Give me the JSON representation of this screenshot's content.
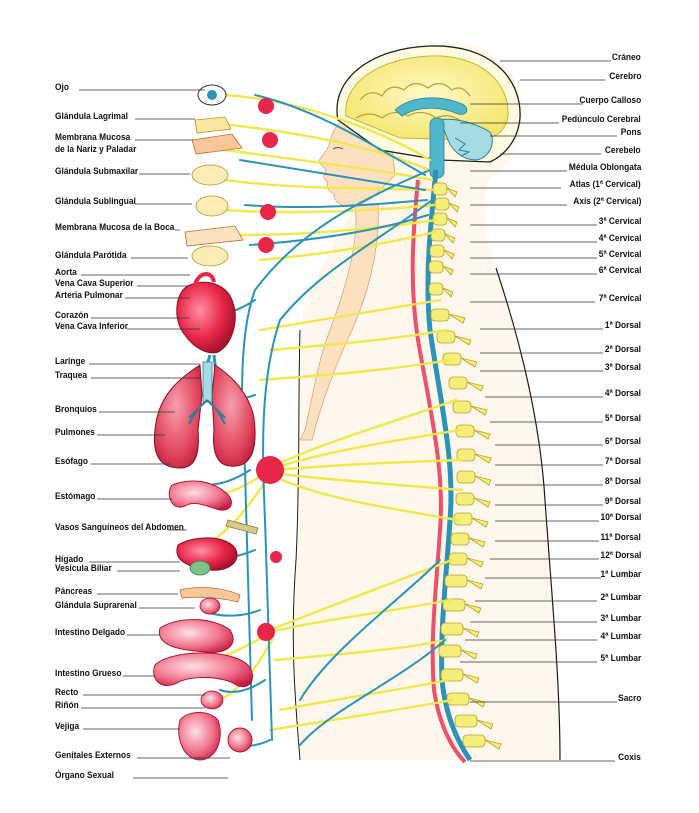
{
  "diagram": {
    "left_labels": [
      "Ojo",
      "Glándula Lagrimal",
      "Membrana Mucosa",
      "de la Nariz y Paladar",
      "Glándula Submaxilar",
      "Glándula Sublingual",
      "Membrana Mucosa de la Boca",
      "Glándula Parótida",
      "Aorta",
      "Vena Cava Superior",
      "Arteria Pulmonar",
      "Corazón",
      "Vena Cava Inferior",
      "Laringe",
      "Traquea",
      "Bronquios",
      "Pulmones",
      "Esófago",
      "Estómago",
      "Vasos Sanguíneos del Abdomen",
      "Hígado",
      "Vesícula Biliar",
      "Páncreas",
      "Glándula Suprarenal",
      "Intestino Delgado",
      "Intestino Grueso",
      "Recto",
      "Riñón",
      "Vejiga",
      "Genitales Externos",
      "Órgano Sexual"
    ],
    "right_labels": [
      "Cráneo",
      "Cerebro",
      "Cuerpo Calloso",
      "Pedúnculo Cerebral",
      "Pons",
      "Cerebelo",
      "Médula Oblongata",
      "Atlas (1ª Cervical)",
      "Axis (2ª Cervical)",
      "3ª Cervical",
      "4ª Cervical",
      "5ª Cervical",
      "6ª Cervical",
      "7ª Cervical",
      "1ª Dorsal",
      "2ª Dorsal",
      "3ª Dorsal",
      "4ª Dorsal",
      "5ª Dorsal",
      "6ª Dorsal",
      "7ª Dorsal",
      "8ª Dorsal",
      "9ª Dorsal",
      "10ª Dorsal",
      "11ª Dorsal",
      "12ª Dorsal",
      "1ª Lumbar",
      "2ª Lumbar",
      "3ª Lumbar",
      "4ª Lumbar",
      "5ª Lumbar",
      "Sacro",
      "Coxis"
    ]
  },
  "colors": {
    "nerve_yellow": "#f2e84a",
    "nerve_blue": "#2b93b8",
    "organ_red": "#e8264a",
    "organ_pink": "#f7a8b8",
    "skin": "#fbe6c8",
    "bone": "#f6ee7a",
    "leader": "#333333"
  }
}
